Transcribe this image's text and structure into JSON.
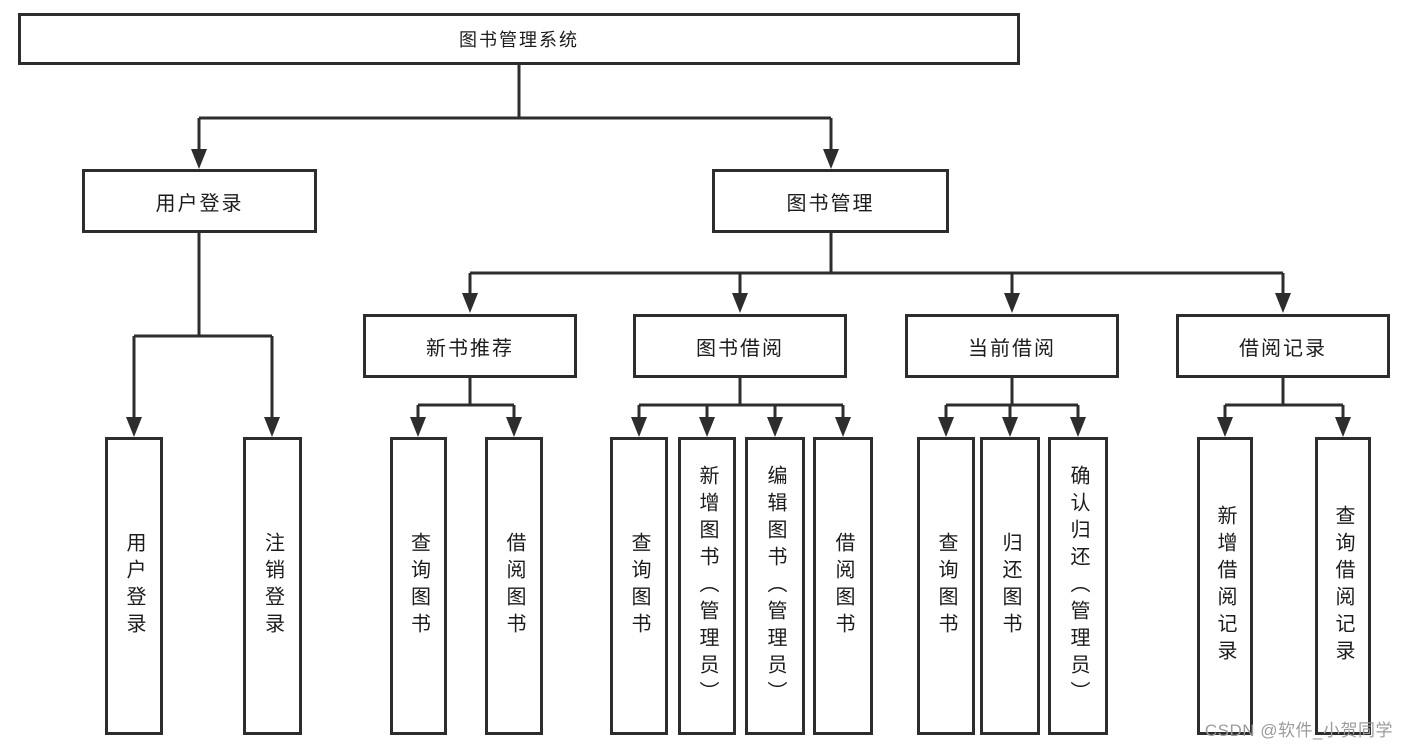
{
  "diagram_type": "hierarchy-tree",
  "colors": {
    "line": "#2d2d2d",
    "box_border": "#2d2d2d",
    "box_fill": "#ffffff",
    "text": "#1c1c1c",
    "watermark": "#9b9b9b",
    "background": "#ffffff"
  },
  "tree": {
    "label": "图书管理系统",
    "children": [
      {
        "label": "用户登录",
        "children": [
          {
            "label": "用户登录"
          },
          {
            "label": "注销登录"
          }
        ]
      },
      {
        "label": "图书管理",
        "children": [
          {
            "label": "新书推荐",
            "children": [
              {
                "label": "查询图书"
              },
              {
                "label": "借阅图书"
              }
            ]
          },
          {
            "label": "图书借阅",
            "children": [
              {
                "label": "查询图书"
              },
              {
                "label": "新增图书（管理员）"
              },
              {
                "label": "编辑图书（管理员）"
              },
              {
                "label": "借阅图书"
              }
            ]
          },
          {
            "label": "当前借阅",
            "children": [
              {
                "label": "查询图书"
              },
              {
                "label": "归还图书"
              },
              {
                "label": "确认归还（管理员）"
              }
            ]
          },
          {
            "label": "借阅记录",
            "children": [
              {
                "label": "新增借阅记录"
              },
              {
                "label": "查询借阅记录"
              }
            ]
          }
        ]
      }
    ]
  },
  "watermark": {
    "text": "CSDN @软件_小贺同学"
  }
}
